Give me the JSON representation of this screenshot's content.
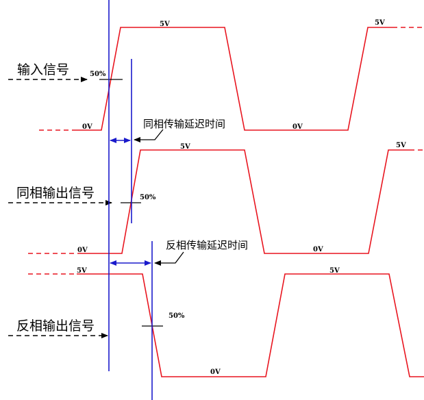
{
  "colors": {
    "signal": "#e8141e",
    "marker": "#1a1acb",
    "text": "#000000"
  },
  "signals": {
    "input": {
      "label": "输入信号",
      "high": "5V",
      "high_right": "5V",
      "low": "0V",
      "low_mid": "0V",
      "threshold": "50%"
    },
    "in_phase": {
      "label": "同相输出信号",
      "high": "5V",
      "high_right": "5V",
      "low": "0V",
      "low_mid": "0V",
      "threshold": "50%"
    },
    "inverted": {
      "label": "反相输出信号",
      "high": "5V",
      "high_mid": "5V",
      "low": "0V",
      "threshold": "50%"
    }
  },
  "delays": {
    "in_phase": "同相传输延迟时间",
    "inverted": "反相传输延迟时间"
  }
}
